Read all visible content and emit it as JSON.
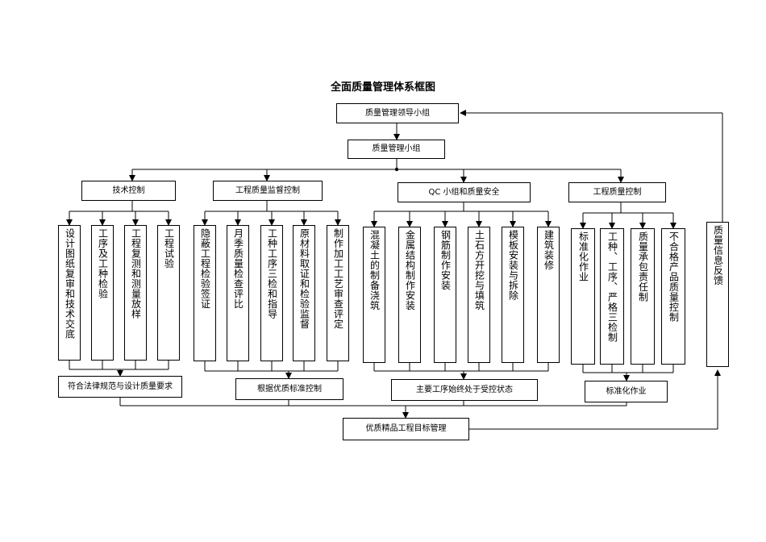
{
  "title": "全面质量管理体系框图",
  "nodes": {
    "leader_group": "质量管理领导小组",
    "qm_group": "质量管理小组",
    "tech_control": "技术控制",
    "supervision": "工程质量监督控制",
    "qc_safety": "QC 小组和质量安全",
    "quality_control": "工程质量控制",
    "tech_items": [
      "设计图纸复审和技术交底",
      "工序及工种检验",
      "工程复测和测量放样",
      "工程试验"
    ],
    "supervision_items": [
      "隐蔽工程检验签证",
      "月季质量检查评比",
      "工种工序三检和指导",
      "原材料取证和检验监督",
      "制作加工工艺审查评定"
    ],
    "qc_items": [
      "混凝土的制备浇筑",
      "金属结构制作安装",
      "钢筋制作安装",
      "土石方开挖与填筑",
      "模板安装与拆除",
      "建筑装修"
    ],
    "quality_items": [
      "标准化作业",
      "工种、工序、严格三检制",
      "质量承包责任制",
      "不合格产品质量控制"
    ],
    "feedback": "质量信息反馈",
    "bottom_tech": "符合法律规范与设计质量要求",
    "bottom_supervision": "根据优质标准控制",
    "bottom_qc": "主要工序始终处于受控状态",
    "bottom_quality": "标准化作业",
    "goal": "优质精品工程目标管理"
  }
}
